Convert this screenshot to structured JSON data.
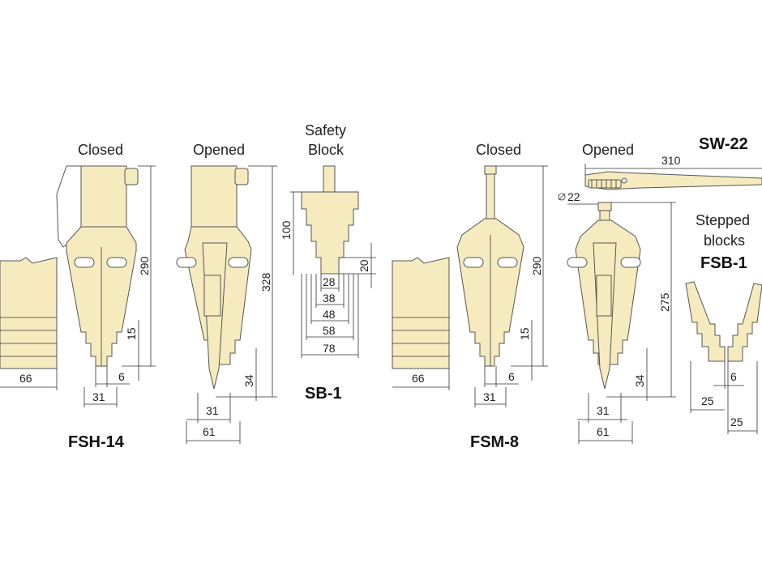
{
  "colors": {
    "part_fill": "#f5ebbe",
    "outline": "#555555",
    "dimension": "#333333"
  },
  "fsh14": {
    "model": "FSH-14",
    "closed_label": "Closed",
    "opened_label": "Opened",
    "dims": {
      "block_width": "66",
      "closed_height": "290",
      "opened_height": "328",
      "step": "15",
      "tip": "6",
      "closed_width": "31",
      "opened_tip_height": "34",
      "opened_tip_width": "31",
      "opened_width": "61"
    }
  },
  "sb1": {
    "model": "SB-1",
    "title_line1": "Safety",
    "title_line2": "Block",
    "dims": {
      "height": "100",
      "step": "20",
      "w1": "28",
      "w2": "38",
      "w3": "48",
      "w4": "58",
      "w5": "78"
    }
  },
  "fsm8": {
    "model": "FSM-8",
    "closed_label": "Closed",
    "opened_label": "Opened",
    "dims": {
      "block_width": "66",
      "closed_height": "290",
      "opened_height": "275",
      "step": "15",
      "tip": "6",
      "closed_width": "31",
      "opened_tip_height": "34",
      "opened_tip_width": "31",
      "opened_width": "61",
      "diameter": "22"
    }
  },
  "sw22": {
    "model": "SW-22",
    "length": "310"
  },
  "fsb1": {
    "model": "FSB-1",
    "title_line1": "Stepped",
    "title_line2": "blocks",
    "dims": {
      "tip": "6",
      "w1": "25",
      "w2": "25"
    }
  }
}
